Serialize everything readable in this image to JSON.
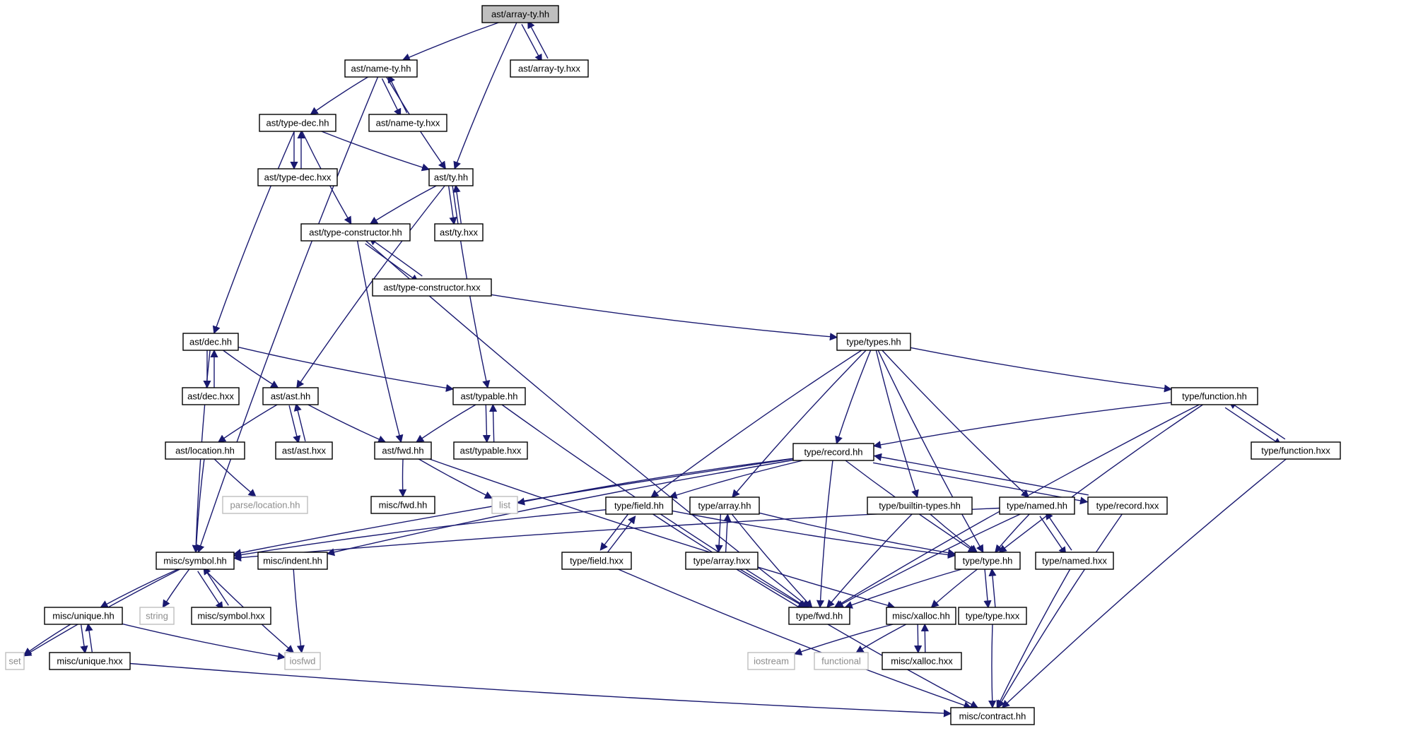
{
  "colors": {
    "edge": "#191970",
    "node_border": "#000000",
    "system_border": "#bfbfbf",
    "system_text": "#8c8c8c",
    "root_fill": "#bfbfbf",
    "node_fill": "#ffffff"
  },
  "nodes": [
    {
      "id": "array_ty_hh",
      "label": "ast/array-ty.hh",
      "kind": "root"
    },
    {
      "id": "name_ty_hh",
      "label": "ast/name-ty.hh",
      "kind": "file"
    },
    {
      "id": "array_ty_hxx",
      "label": "ast/array-ty.hxx",
      "kind": "file"
    },
    {
      "id": "type_dec_hh",
      "label": "ast/type-dec.hh",
      "kind": "file"
    },
    {
      "id": "name_ty_hxx",
      "label": "ast/name-ty.hxx",
      "kind": "file"
    },
    {
      "id": "ty_hh",
      "label": "ast/ty.hh",
      "kind": "file"
    },
    {
      "id": "type_dec_hxx",
      "label": "ast/type-dec.hxx",
      "kind": "file"
    },
    {
      "id": "type_ctor_hh",
      "label": "ast/type-constructor.hh",
      "kind": "file"
    },
    {
      "id": "ty_hxx",
      "label": "ast/ty.hxx",
      "kind": "file"
    },
    {
      "id": "type_ctor_hxx",
      "label": "ast/type-constructor.hxx",
      "kind": "file"
    },
    {
      "id": "dec_hh",
      "label": "ast/dec.hh",
      "kind": "file"
    },
    {
      "id": "types_hh",
      "label": "type/types.hh",
      "kind": "file"
    },
    {
      "id": "dec_hxx",
      "label": "ast/dec.hxx",
      "kind": "file"
    },
    {
      "id": "ast_hh",
      "label": "ast/ast.hh",
      "kind": "file"
    },
    {
      "id": "typable_hh",
      "label": "ast/typable.hh",
      "kind": "file"
    },
    {
      "id": "function_hh",
      "label": "type/function.hh",
      "kind": "file"
    },
    {
      "id": "location_hh",
      "label": "ast/location.hh",
      "kind": "file"
    },
    {
      "id": "ast_hxx",
      "label": "ast/ast.hxx",
      "kind": "file"
    },
    {
      "id": "fwd_hh",
      "label": "ast/fwd.hh",
      "kind": "file"
    },
    {
      "id": "typable_hxx",
      "label": "ast/typable.hxx",
      "kind": "file"
    },
    {
      "id": "record_hh",
      "label": "type/record.hh",
      "kind": "file"
    },
    {
      "id": "function_hxx",
      "label": "type/function.hxx",
      "kind": "file"
    },
    {
      "id": "parse_location_hh",
      "label": "parse/location.hh",
      "kind": "system"
    },
    {
      "id": "misc_fwd_hh",
      "label": "misc/fwd.hh",
      "kind": "file"
    },
    {
      "id": "list",
      "label": "list",
      "kind": "system"
    },
    {
      "id": "field_hh",
      "label": "type/field.hh",
      "kind": "file"
    },
    {
      "id": "array_hh",
      "label": "type/array.hh",
      "kind": "file"
    },
    {
      "id": "builtin_types_hh",
      "label": "type/builtin-types.hh",
      "kind": "file"
    },
    {
      "id": "named_hh",
      "label": "type/named.hh",
      "kind": "file"
    },
    {
      "id": "record_hxx",
      "label": "type/record.hxx",
      "kind": "file"
    },
    {
      "id": "symbol_hh",
      "label": "misc/symbol.hh",
      "kind": "file"
    },
    {
      "id": "indent_hh",
      "label": "misc/indent.hh",
      "kind": "file"
    },
    {
      "id": "field_hxx",
      "label": "type/field.hxx",
      "kind": "file"
    },
    {
      "id": "array_hxx",
      "label": "type/array.hxx",
      "kind": "file"
    },
    {
      "id": "type_hh",
      "label": "type/type.hh",
      "kind": "file"
    },
    {
      "id": "named_hxx",
      "label": "type/named.hxx",
      "kind": "file"
    },
    {
      "id": "unique_hh",
      "label": "misc/unique.hh",
      "kind": "file"
    },
    {
      "id": "string",
      "label": "string",
      "kind": "system"
    },
    {
      "id": "symbol_hxx",
      "label": "misc/symbol.hxx",
      "kind": "file"
    },
    {
      "id": "type_fwd_hh",
      "label": "type/fwd.hh",
      "kind": "file"
    },
    {
      "id": "xalloc_hh",
      "label": "misc/xalloc.hh",
      "kind": "file"
    },
    {
      "id": "type_hxx",
      "label": "type/type.hxx",
      "kind": "file"
    },
    {
      "id": "set",
      "label": "set",
      "kind": "system"
    },
    {
      "id": "unique_hxx",
      "label": "misc/unique.hxx",
      "kind": "file"
    },
    {
      "id": "iosfwd",
      "label": "iosfwd",
      "kind": "system"
    },
    {
      "id": "iostream",
      "label": "iostream",
      "kind": "system"
    },
    {
      "id": "functional",
      "label": "functional",
      "kind": "system"
    },
    {
      "id": "xalloc_hxx",
      "label": "misc/xalloc.hxx",
      "kind": "file"
    },
    {
      "id": "contract_hh",
      "label": "misc/contract.hh",
      "kind": "file"
    }
  ],
  "edges": [
    [
      "array_ty_hh",
      "name_ty_hh"
    ],
    [
      "array_ty_hh",
      "ty_hh"
    ],
    [
      "array_ty_hh",
      "array_ty_hxx"
    ],
    [
      "array_ty_hxx",
      "array_ty_hh"
    ],
    [
      "name_ty_hh",
      "type_dec_hh"
    ],
    [
      "name_ty_hh",
      "ty_hh"
    ],
    [
      "name_ty_hh",
      "symbol_hh"
    ],
    [
      "name_ty_hh",
      "name_ty_hxx"
    ],
    [
      "name_ty_hxx",
      "name_ty_hh"
    ],
    [
      "type_dec_hh",
      "ty_hh"
    ],
    [
      "type_dec_hh",
      "type_ctor_hh"
    ],
    [
      "type_dec_hh",
      "dec_hh"
    ],
    [
      "type_dec_hh",
      "type_dec_hxx"
    ],
    [
      "type_dec_hxx",
      "type_dec_hh"
    ],
    [
      "ty_hh",
      "type_ctor_hh"
    ],
    [
      "ty_hh",
      "ast_hh"
    ],
    [
      "ty_hh",
      "typable_hh"
    ],
    [
      "ty_hh",
      "ty_hxx"
    ],
    [
      "ty_hxx",
      "ty_hh"
    ],
    [
      "type_ctor_hh",
      "fwd_hh"
    ],
    [
      "type_ctor_hh",
      "type_fwd_hh"
    ],
    [
      "type_ctor_hh",
      "type_ctor_hxx"
    ],
    [
      "type_ctor_hxx",
      "type_ctor_hh"
    ],
    [
      "type_ctor_hxx",
      "types_hh"
    ],
    [
      "dec_hh",
      "ast_hh"
    ],
    [
      "dec_hh",
      "typable_hh"
    ],
    [
      "dec_hh",
      "symbol_hh"
    ],
    [
      "dec_hh",
      "dec_hxx"
    ],
    [
      "dec_hxx",
      "dec_hh"
    ],
    [
      "ast_hh",
      "location_hh"
    ],
    [
      "ast_hh",
      "fwd_hh"
    ],
    [
      "ast_hh",
      "ast_hxx"
    ],
    [
      "ast_hxx",
      "ast_hh"
    ],
    [
      "typable_hh",
      "fwd_hh"
    ],
    [
      "typable_hh",
      "type_fwd_hh"
    ],
    [
      "typable_hh",
      "typable_hxx"
    ],
    [
      "typable_hxx",
      "typable_hh"
    ],
    [
      "location_hh",
      "parse_location_hh"
    ],
    [
      "location_hh",
      "symbol_hh"
    ],
    [
      "fwd_hh",
      "misc_fwd_hh"
    ],
    [
      "fwd_hh",
      "list"
    ],
    [
      "fwd_hh",
      "xalloc_hh"
    ],
    [
      "types_hh",
      "function_hh"
    ],
    [
      "types_hh",
      "record_hh"
    ],
    [
      "types_hh",
      "field_hh"
    ],
    [
      "types_hh",
      "array_hh"
    ],
    [
      "types_hh",
      "builtin_types_hh"
    ],
    [
      "types_hh",
      "named_hh"
    ],
    [
      "types_hh",
      "type_hh"
    ],
    [
      "function_hh",
      "record_hh"
    ],
    [
      "function_hh",
      "type_hh"
    ],
    [
      "function_hh",
      "type_fwd_hh"
    ],
    [
      "function_hh",
      "function_hxx"
    ],
    [
      "function_hxx",
      "function_hh"
    ],
    [
      "function_hxx",
      "contract_hh"
    ],
    [
      "record_hh",
      "list"
    ],
    [
      "record_hh",
      "field_hh"
    ],
    [
      "record_hh",
      "symbol_hh"
    ],
    [
      "record_hh",
      "indent_hh"
    ],
    [
      "record_hh",
      "type_hh"
    ],
    [
      "record_hh",
      "type_fwd_hh"
    ],
    [
      "record_hh",
      "record_hxx"
    ],
    [
      "record_hxx",
      "record_hh"
    ],
    [
      "record_hxx",
      "contract_hh"
    ],
    [
      "field_hh",
      "symbol_hh"
    ],
    [
      "field_hh",
      "type_hh"
    ],
    [
      "field_hh",
      "type_fwd_hh"
    ],
    [
      "field_hh",
      "field_hxx"
    ],
    [
      "field_hxx",
      "field_hh"
    ],
    [
      "field_hxx",
      "contract_hh"
    ],
    [
      "array_hh",
      "type_hh"
    ],
    [
      "array_hh",
      "type_fwd_hh"
    ],
    [
      "array_hh",
      "array_hxx"
    ],
    [
      "array_hxx",
      "array_hh"
    ],
    [
      "array_hxx",
      "contract_hh"
    ],
    [
      "builtin_types_hh",
      "type_hh"
    ],
    [
      "builtin_types_hh",
      "type_fwd_hh"
    ],
    [
      "named_hh",
      "symbol_hh"
    ],
    [
      "named_hh",
      "type_hh"
    ],
    [
      "named_hh",
      "type_fwd_hh"
    ],
    [
      "named_hh",
      "named_hxx"
    ],
    [
      "named_hxx",
      "named_hh"
    ],
    [
      "named_hxx",
      "contract_hh"
    ],
    [
      "symbol_hh",
      "string"
    ],
    [
      "symbol_hh",
      "set"
    ],
    [
      "symbol_hh",
      "iosfwd"
    ],
    [
      "symbol_hh",
      "unique_hh"
    ],
    [
      "symbol_hh",
      "symbol_hxx"
    ],
    [
      "symbol_hxx",
      "symbol_hh"
    ],
    [
      "indent_hh",
      "iosfwd"
    ],
    [
      "type_hh",
      "type_fwd_hh"
    ],
    [
      "type_hh",
      "xalloc_hh"
    ],
    [
      "type_hh",
      "type_hxx"
    ],
    [
      "type_hxx",
      "type_hh"
    ],
    [
      "type_hxx",
      "contract_hh"
    ],
    [
      "unique_hh",
      "set"
    ],
    [
      "unique_hh",
      "iosfwd"
    ],
    [
      "unique_hh",
      "unique_hxx"
    ],
    [
      "unique_hxx",
      "unique_hh"
    ],
    [
      "unique_hxx",
      "contract_hh"
    ],
    [
      "xalloc_hh",
      "iostream"
    ],
    [
      "xalloc_hh",
      "functional"
    ],
    [
      "xalloc_hh",
      "xalloc_hxx"
    ],
    [
      "xalloc_hxx",
      "xalloc_hh"
    ]
  ]
}
